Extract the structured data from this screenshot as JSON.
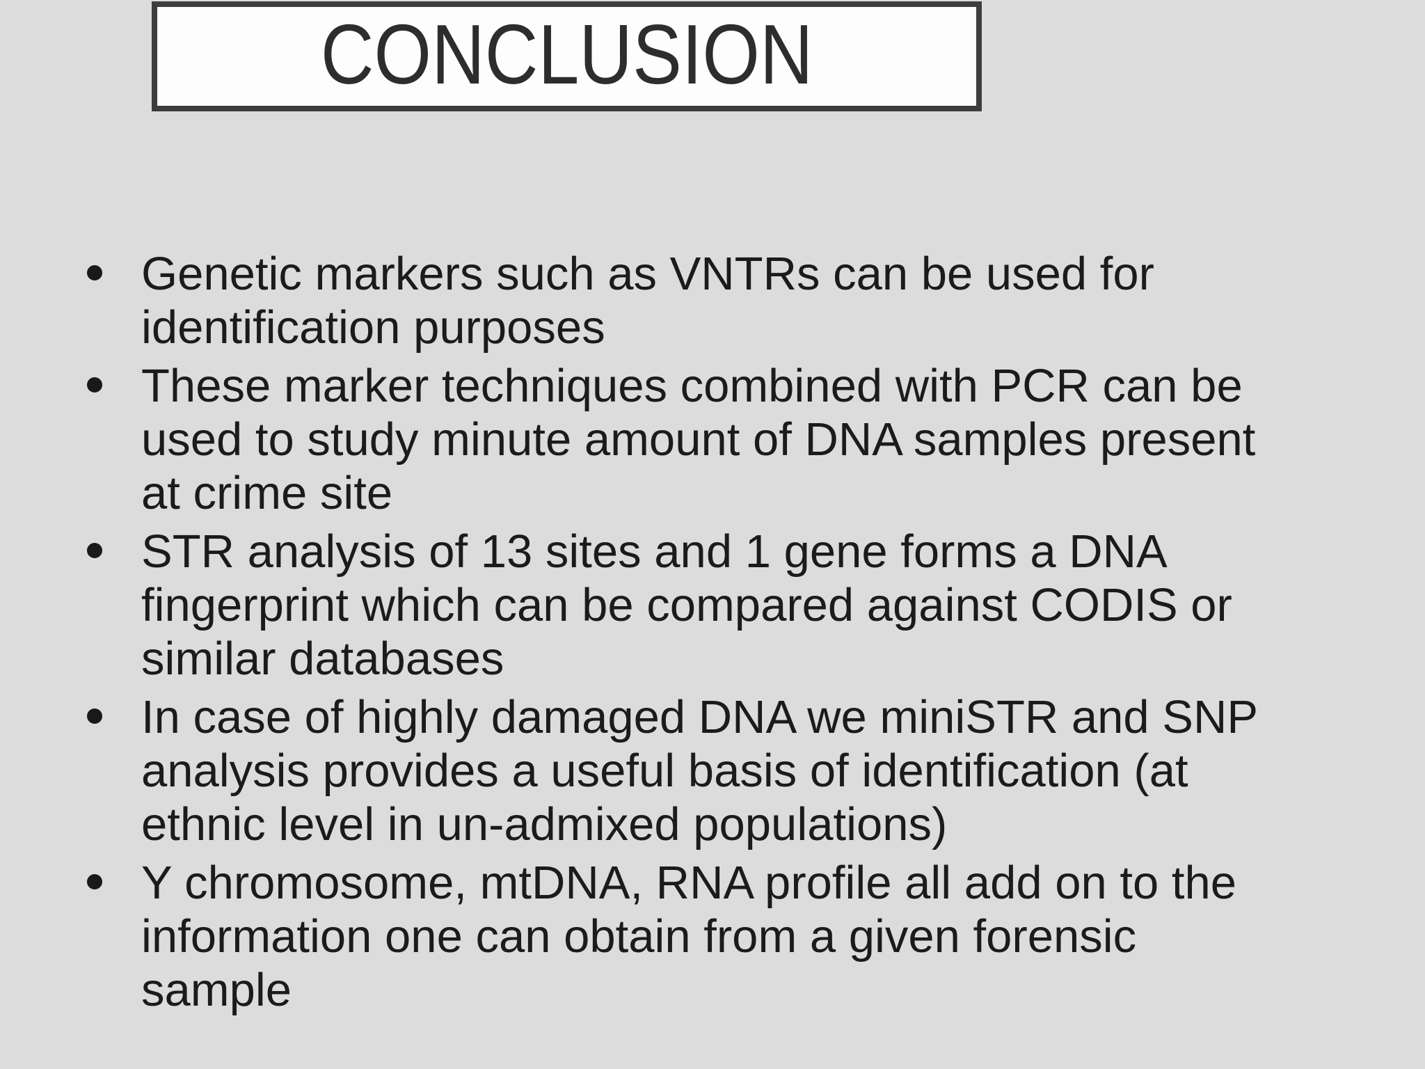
{
  "slide": {
    "title": "CONCLUSION",
    "bullets": [
      {
        "text": "Genetic markers such as VNTRs can be used for\nidentification purposes"
      },
      {
        "text": "These marker techniques combined with PCR can be\nused to study minute amount of DNA samples present\nat crime site"
      },
      {
        "text": "STR analysis of 13 sites and 1 gene forms a DNA\nfingerprint which can be compared against CODIS or\nsimilar databases"
      },
      {
        "text": "In case of highly damaged DNA we miniSTR and SNP\nanalysis provides a useful basis of identification (at\nethnic level in un-admixed populations)"
      },
      {
        "text": "Y chromosome, mtDNA, RNA profile all add on to the\ninformation one can obtain from a given forensic\nsample"
      }
    ],
    "colors": {
      "background": "#dcdcdc",
      "title_box_fill": "#fdfdfd",
      "title_box_border": "#3d3d3f",
      "title_text": "#2d2d2d",
      "body_text": "#1b1b1b",
      "bullet_dot": "#191919"
    }
  }
}
